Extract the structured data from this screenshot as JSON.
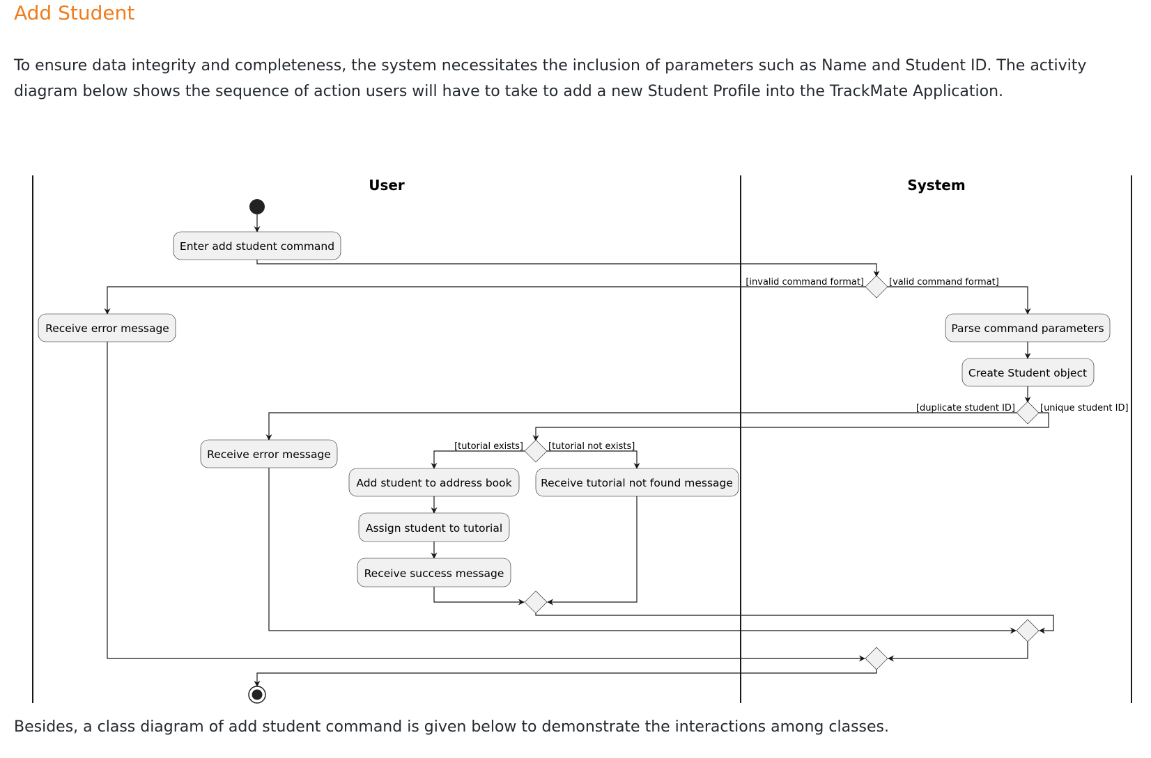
{
  "heading": "Add Student",
  "intro": "To ensure data integrity and completeness, the system necessitates the inclusion of parameters such as Name and Student ID. The activity diagram below shows the sequence of action users will have to take to add a new Student Profile into the TrackMate Application.",
  "outro": "Besides, a class diagram of add student command is given below to demonstrate the interactions among classes.",
  "diagram": {
    "lanes": {
      "user": "User",
      "system": "System"
    },
    "nodes": {
      "enter_command": "Enter add student command",
      "receive_error_1": "Receive error message",
      "parse_params": "Parse command parameters",
      "create_student": "Create Student object",
      "receive_error_2": "Receive error message",
      "add_to_address_book": "Add student to address book",
      "tutorial_not_found": "Receive tutorial not found message",
      "assign_tutorial": "Assign student to tutorial",
      "receive_success": "Receive success message"
    },
    "guards": {
      "invalid_format": "[invalid command format]",
      "valid_format": "[valid command format]",
      "duplicate_id": "[duplicate student ID]",
      "unique_id": "[unique student ID]",
      "tutorial_exists": "[tutorial exists]",
      "tutorial_not_exists": "[tutorial not exists]"
    },
    "colors": {
      "node_fill": "#f1f1f1",
      "stroke": "#181818",
      "heading": "#f07c1b"
    }
  }
}
